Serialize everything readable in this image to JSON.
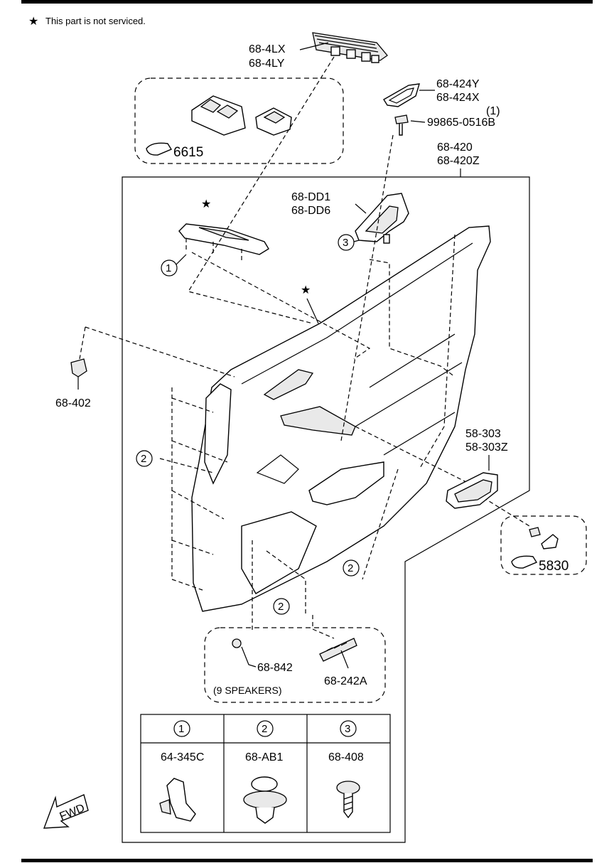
{
  "note": {
    "star": "★",
    "text": "This part is not serviced."
  },
  "parts": {
    "p_68_4LX": "68-4LX",
    "p_68_4LY": "68-4LY",
    "p_68_424Y": "68-424Y",
    "p_68_424X": "68-424X",
    "qty_1": "(1)",
    "p_99865": "99865-0516B",
    "p_68_420": "68-420",
    "p_68_420Z": "68-420Z",
    "p_68_DD1": "68-DD1",
    "p_68_DD6": "68-DD6",
    "p_68_402": "68-402",
    "p_58_303": "58-303",
    "p_58_303Z": "58-303Z",
    "p_68_842": "68-842",
    "p_68_242A": "68-242A",
    "speakers": "(9 SPEAKERS)"
  },
  "refs": {
    "r6615": "6615",
    "r5830": "5830"
  },
  "callouts": {
    "c1": "1",
    "c2": "2",
    "c3": "3"
  },
  "table": {
    "headers": [
      "1",
      "2",
      "3"
    ],
    "parts": [
      "64-345C",
      "68-AB1",
      "68-408"
    ]
  },
  "fwd": "FWD"
}
